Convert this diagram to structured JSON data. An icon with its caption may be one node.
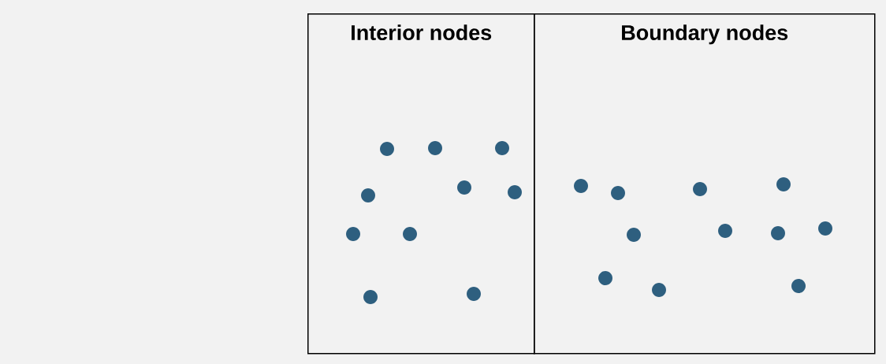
{
  "diagram": {
    "nodes": [
      {
        "text": [
          "Interior nodes"
        ]
      },
      {
        "text": [
          "Boundary nodes"
        ]
      },
      {
        "text": [],
        "shape": "circle",
        "in": 0
      },
      {
        "text": [],
        "shape": "circle",
        "in": 0
      },
      {
        "text": [],
        "shape": "circle",
        "in": 0
      },
      {
        "text": [],
        "shape": "circle",
        "in": 0
      },
      {
        "text": [],
        "shape": "circle",
        "in": 0
      },
      {
        "text": [],
        "shape": "circle",
        "in": 0
      },
      {
        "text": [],
        "shape": "circle",
        "in": 0
      },
      {
        "text": [],
        "shape": "circle",
        "in": 0
      },
      {
        "text": [],
        "shape": "circle",
        "in": 0
      },
      {
        "text": [],
        "shape": "circle",
        "in": 0
      },
      {
        "text": [],
        "shape": "circle",
        "in": 1
      },
      {
        "text": [],
        "shape": "circle",
        "in": 1
      },
      {
        "text": [],
        "shape": "circle",
        "in": 1
      },
      {
        "text": [],
        "shape": "circle",
        "in": 1
      },
      {
        "text": [],
        "shape": "circle",
        "in": 1
      },
      {
        "text": [],
        "shape": "circle",
        "in": 1
      },
      {
        "text": [],
        "shape": "circle",
        "in": 1
      },
      {
        "text": [],
        "shape": "circle",
        "in": 1
      },
      {
        "text": [],
        "shape": "circle",
        "in": 1
      },
      {
        "text": [],
        "shape": "circle",
        "in": 1
      },
      {
        "text": [],
        "shape": "circle",
        "in": 1
      }
    ]
  }
}
